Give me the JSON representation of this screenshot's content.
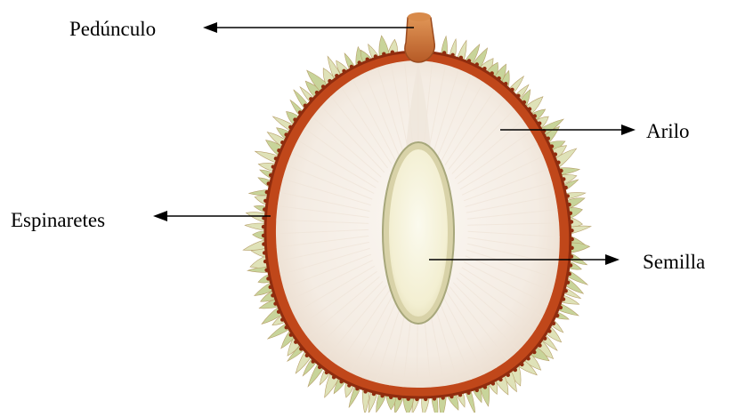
{
  "labels": {
    "pedunculo": "Pedúnculo",
    "arilo": "Arilo",
    "espinaretes": "Espinaretes",
    "semilla": "Semilla"
  },
  "colors": {
    "pericarp": "#c0471a",
    "pericarp_dark": "#8f2c0e",
    "spine": "#dfe2b8",
    "spine_tip": "#c8d49a",
    "aril": "#f6efe7",
    "aril_shadow": "#e9ddd0",
    "seed": "#f7f3dc",
    "seed_edge": "#a7a77b",
    "stalk": "#c8743a",
    "arrow": "#000000"
  }
}
